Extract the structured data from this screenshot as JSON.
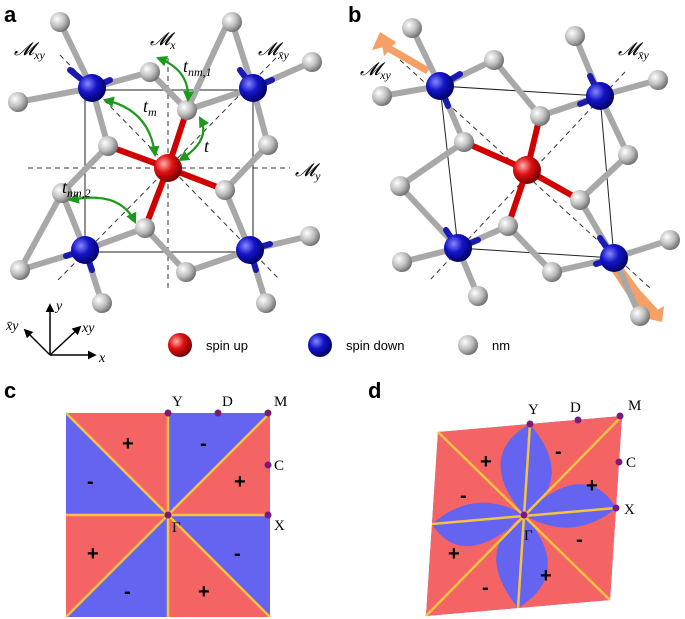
{
  "panel_labels": [
    "a",
    "b",
    "c",
    "d"
  ],
  "mirror_labels": {
    "Mxy": {
      "base": "𝓜",
      "sub": "xy"
    },
    "Mx": {
      "base": "𝓜",
      "sub": "x"
    },
    "Mxbary": {
      "base": "𝓜",
      "sub": "x̄y"
    },
    "My": {
      "base": "𝓜",
      "sub": "y"
    }
  },
  "hopping_labels": {
    "tnm1": {
      "base": "t",
      "sub": "nm,1"
    },
    "tm": {
      "base": "t",
      "sub": "m"
    },
    "t": {
      "base": "t",
      "sub": ""
    },
    "tnm2": {
      "base": "t",
      "sub": "nm,2"
    }
  },
  "axes_labels": {
    "y": "y",
    "xy": "xy",
    "xbary": "x̄y",
    "x": "x"
  },
  "legend": {
    "spin_up": "spin up",
    "spin_down": "spin down",
    "nm": "nm"
  },
  "kpoints": {
    "Y": "Y",
    "D": "D",
    "M": "M",
    "C": "C",
    "X": "X",
    "Gamma": "Γ"
  },
  "signs": {
    "plus": "+",
    "minus": "-"
  },
  "colors": {
    "red_region": "#f56464",
    "blue_region": "#6464f0",
    "boundary": "#f5c242",
    "kpoint": "#7a1a7a",
    "spin_up_atom": "#e00000",
    "spin_down_atom": "#1010b0",
    "nm_atom": "#b8b8b8",
    "arrow": "#f5a066",
    "hop_arrow": "#1c9a1c"
  }
}
